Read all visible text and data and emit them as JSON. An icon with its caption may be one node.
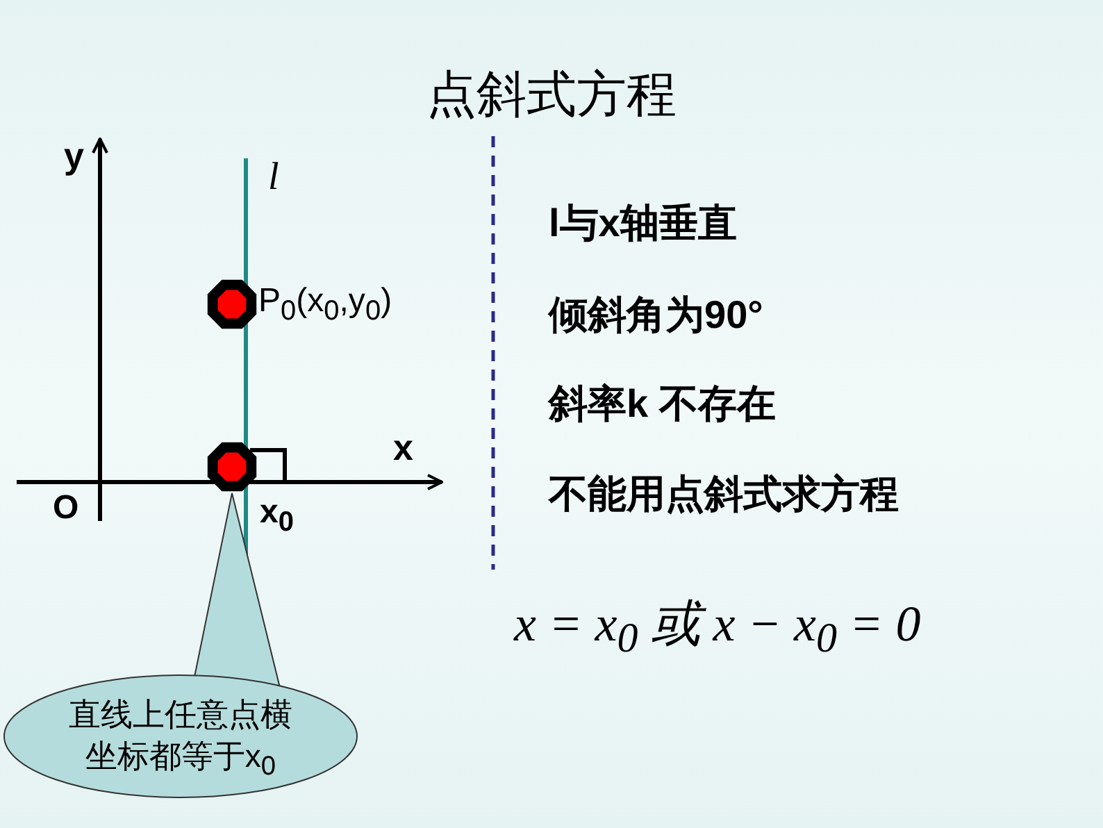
{
  "diagram": {
    "title": "点斜式方程",
    "nodes": [
      {
        "text": [],
        "shape": "circle",
        "beside": [
          "P$_{0}$(x$_{0}$,y$_{0}$)"
        ]
      },
      {
        "text": [],
        "shape": "circle"
      },
      {
        "text": [
          "直线上任意点横坐标都等于x$_{0}$"
        ]
      }
    ],
    "edges": [
      {
        "from": 2,
        "to": 1,
        "arrow": "none"
      }
    ],
    "labels": [
      "y",
      "l",
      "x",
      "O",
      "x$_{0}$",
      "l与x轴垂直",
      "倾斜角为90°",
      "斜率k 不存在",
      "不能用点斜式求方程",
      "x = x$_{0}$ 或 x − x$_{0}$ = 0"
    ]
  }
}
